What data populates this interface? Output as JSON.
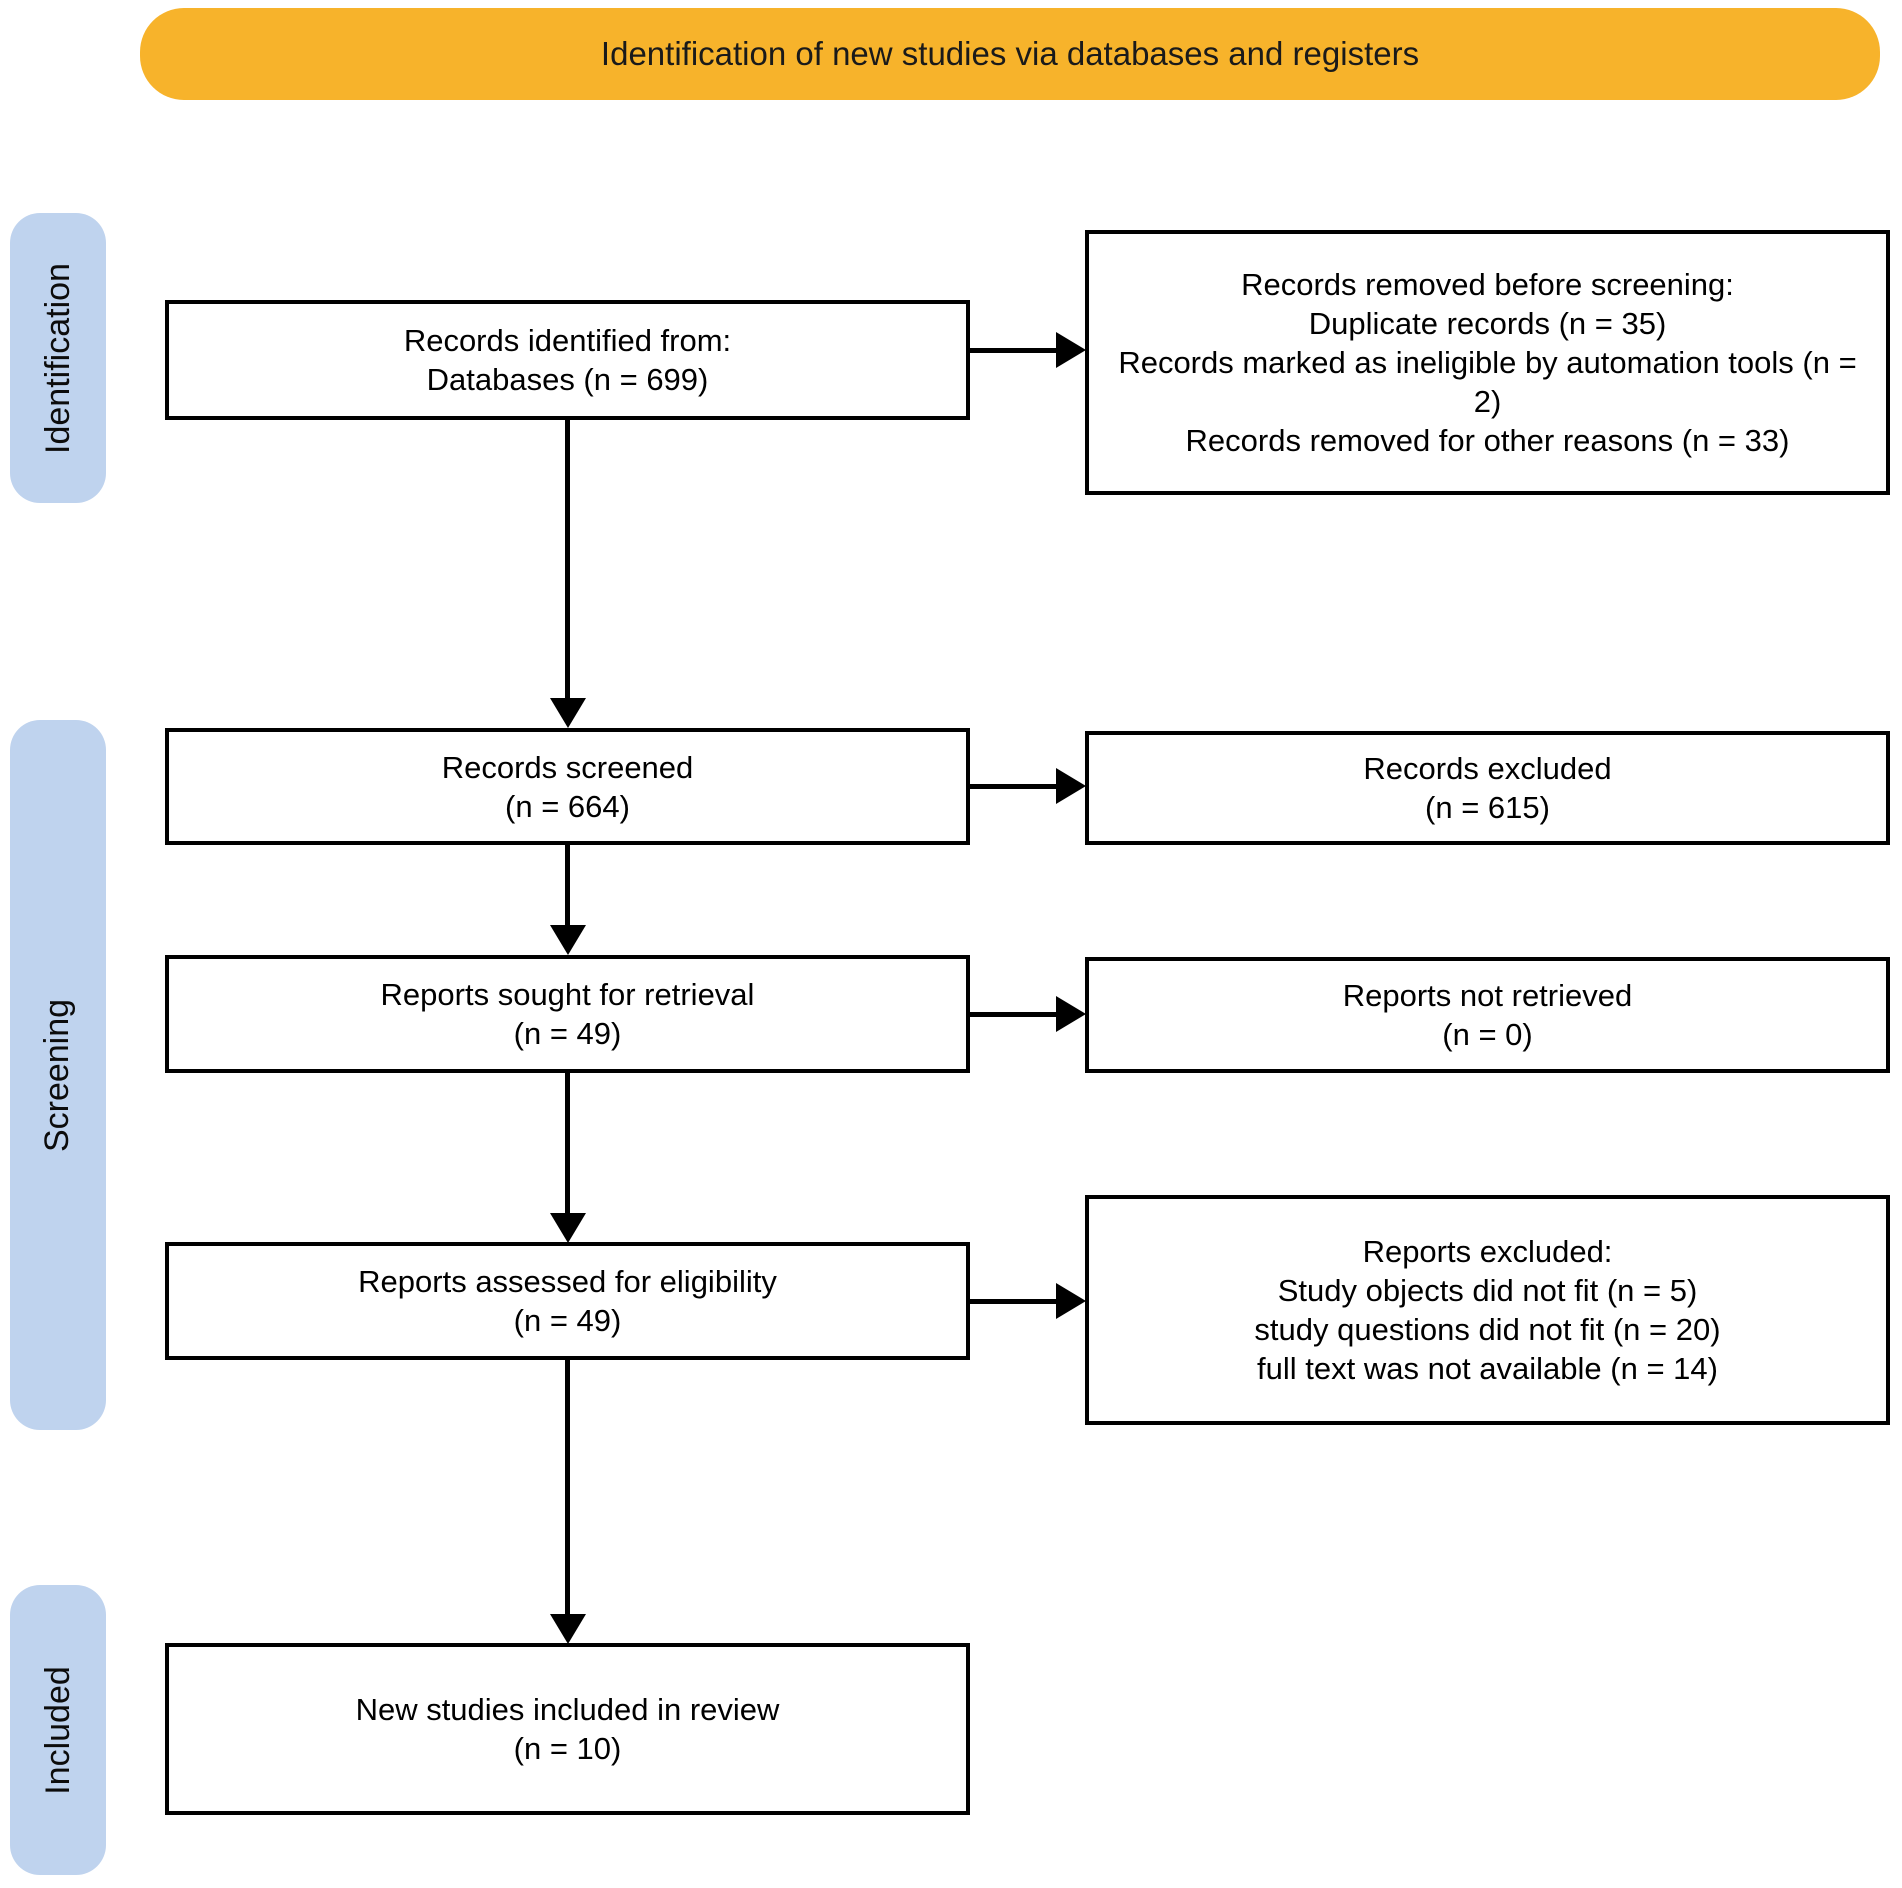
{
  "colors": {
    "banner_bg": "#F7B32B",
    "stage_label_bg": "#BFD3EE",
    "box_bg": "#FFFFFF",
    "box_border": "#000000",
    "text": "#000000"
  },
  "banner": {
    "title": "Identification of new studies via databases and registers"
  },
  "stage_labels": {
    "identification": "Identification",
    "screening": "Screening",
    "included": "Included"
  },
  "boxes": {
    "records_identified": {
      "line1": "Records identified from:",
      "line2": "Databases (n = 699)"
    },
    "records_removed": {
      "line1": "Records removed before screening:",
      "line2": "Duplicate records (n = 35)",
      "line3": "Records marked as ineligible by automation tools (n = 2)",
      "line4": "Records removed for other reasons (n = 33)"
    },
    "records_screened": {
      "line1": "Records screened",
      "line2": "(n = 664)"
    },
    "records_excluded": {
      "line1": "Records excluded",
      "line2": "(n = 615)"
    },
    "reports_sought": {
      "line1": "Reports sought for retrieval",
      "line2": "(n = 49)"
    },
    "reports_not_retrieved": {
      "line1": "Reports not retrieved",
      "line2": "(n = 0)"
    },
    "reports_assessed": {
      "line1": "Reports assessed for eligibility",
      "line2": "(n = 49)"
    },
    "reports_excluded": {
      "line1": "Reports excluded:",
      "line2": "Study objects did not fit (n = 5)",
      "line3": "study questions did not fit (n = 20)",
      "line4": "full text was not available (n = 14)"
    },
    "new_studies_included": {
      "line1": "New studies included in review",
      "line2": "(n = 10)"
    }
  }
}
